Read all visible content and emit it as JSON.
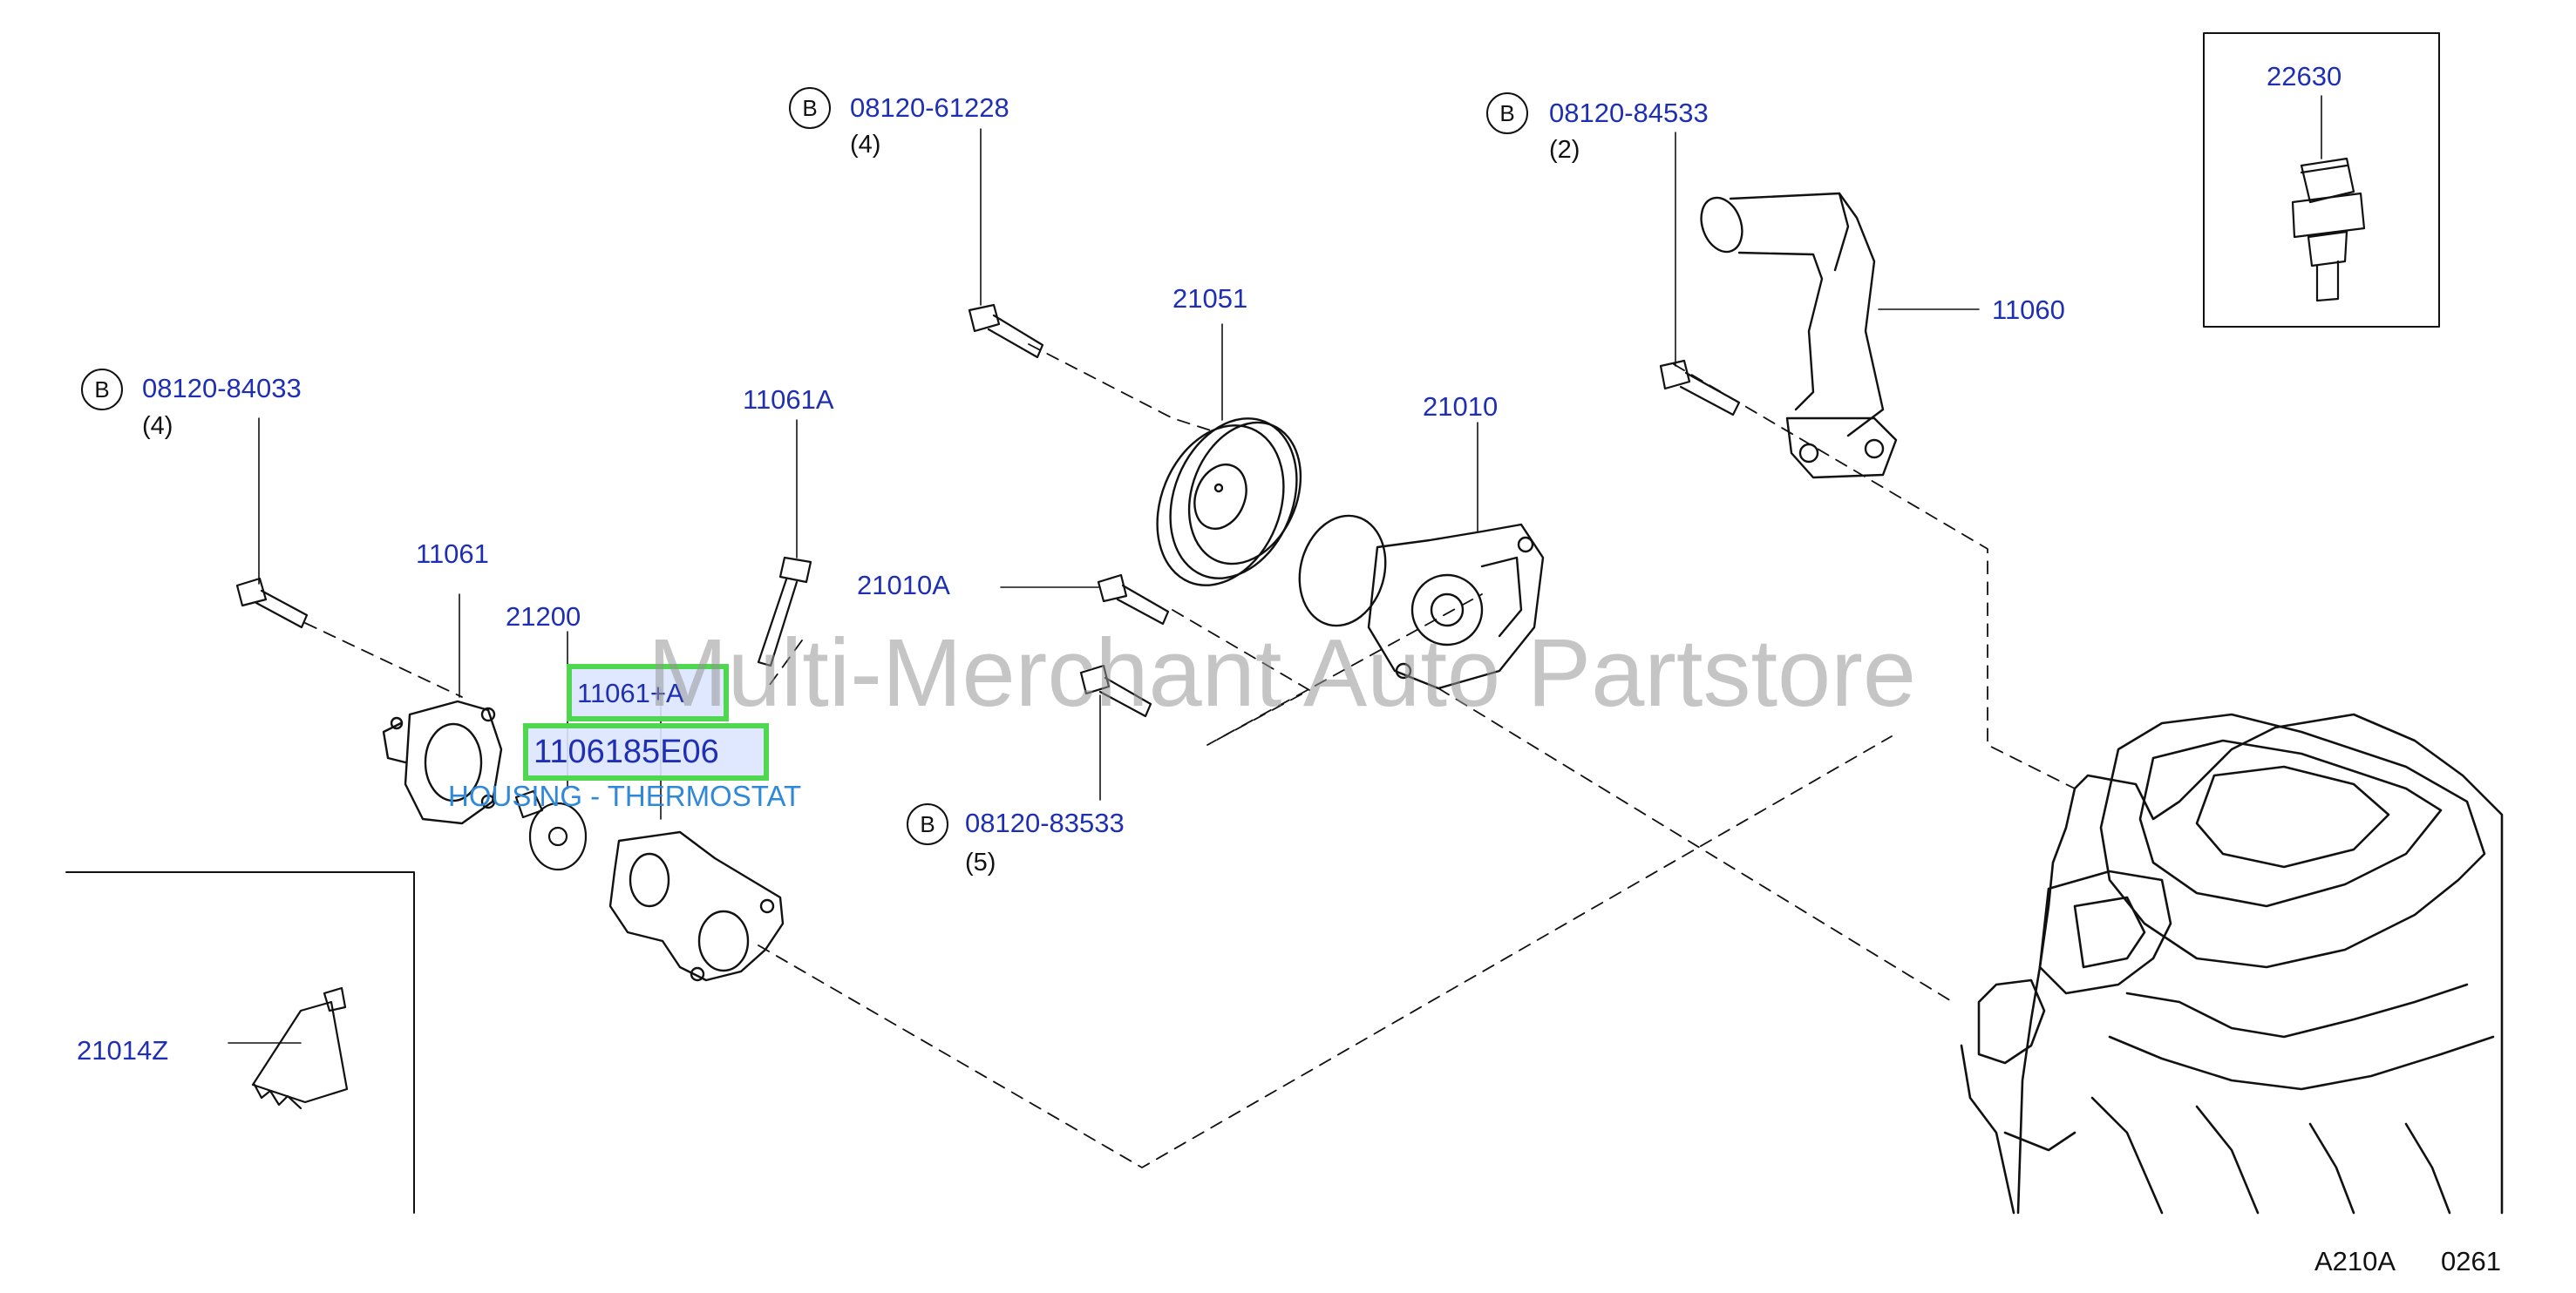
{
  "bolt_marker": "B",
  "callouts": [
    {
      "id": "bolt-61228",
      "part": "08120-61228",
      "qty": "(4)"
    },
    {
      "id": "bolt-84533",
      "part": "08120-84533",
      "qty": "(2)"
    },
    {
      "id": "bolt-84033",
      "part": "08120-84033",
      "qty": "(4)"
    },
    {
      "id": "bolt-83533",
      "part": "08120-83533",
      "qty": "(5)"
    }
  ],
  "labels": {
    "part_22630": "22630",
    "part_21051": "21051",
    "part_11060": "11060",
    "part_21010": "21010",
    "part_11061A": "11061A",
    "part_11061": "11061",
    "part_21010A": "21010A",
    "part_21200": "21200",
    "part_21014Z": "21014Z"
  },
  "highlights": {
    "primary": "11061+A",
    "secondary": "1106185E06",
    "description": "HOUSING - THERMOSTAT"
  },
  "watermark": "Multi-Merchant Auto Partstore",
  "footer": {
    "diagram_code": "A210A",
    "sheet": "0261"
  },
  "colors": {
    "label_blue": "#1f2fb4",
    "highlight_green": "#4fd84f",
    "description_blue": "#2f88d8"
  }
}
